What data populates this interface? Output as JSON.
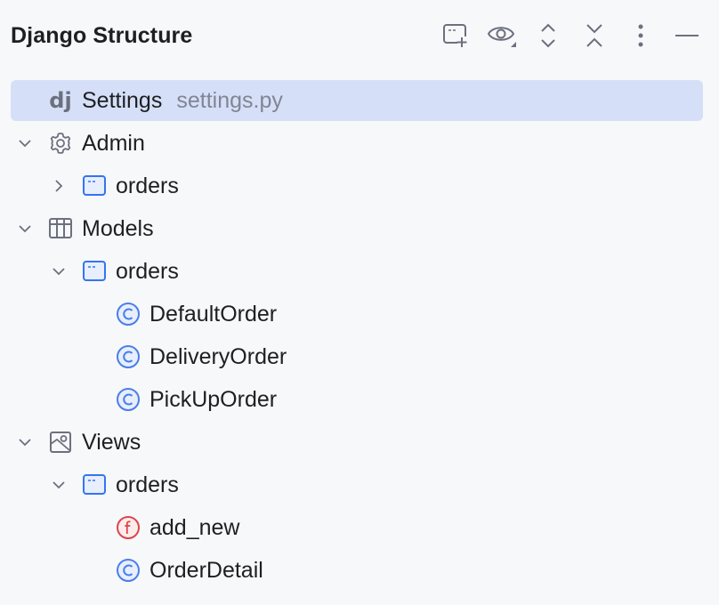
{
  "header": {
    "title": "Django Structure",
    "toolbar": [
      {
        "name": "new-window-icon"
      },
      {
        "name": "view-options-icon"
      },
      {
        "name": "expand-all-icon"
      },
      {
        "name": "collapse-all-icon"
      },
      {
        "name": "more-options-icon"
      },
      {
        "name": "minimize-icon"
      }
    ]
  },
  "tree": {
    "settings": {
      "icon": "django-icon",
      "icon_text": "dj",
      "label": "Settings",
      "sublabel": "settings.py",
      "selected": true
    },
    "admin": {
      "label": "Admin",
      "icon": "gear-icon",
      "expanded": true,
      "children": [
        {
          "label": "orders",
          "icon": "module-icon",
          "expanded": false
        }
      ]
    },
    "models": {
      "label": "Models",
      "icon": "table-icon",
      "expanded": true,
      "children": [
        {
          "label": "orders",
          "icon": "module-icon",
          "expanded": true,
          "children": [
            {
              "label": "DefaultOrder",
              "icon": "class-icon"
            },
            {
              "label": "DeliveryOrder",
              "icon": "class-icon"
            },
            {
              "label": "PickUpOrder",
              "icon": "class-icon"
            }
          ]
        }
      ]
    },
    "views": {
      "label": "Views",
      "icon": "image-icon",
      "expanded": true,
      "children": [
        {
          "label": "orders",
          "icon": "module-icon",
          "expanded": true,
          "children": [
            {
              "label": "add_new",
              "icon": "function-icon",
              "icon_text": "f"
            },
            {
              "label": "OrderDetail",
              "icon": "class-icon"
            }
          ]
        }
      ]
    }
  },
  "colors": {
    "background": "#f7f8fa",
    "selection": "#d5e0f8",
    "class_icon": "#4a7ee8",
    "function_icon": "#d9464b",
    "module_icon": "#3574f0",
    "icon_gray": "#6c707e",
    "secondary_text": "#818594"
  }
}
